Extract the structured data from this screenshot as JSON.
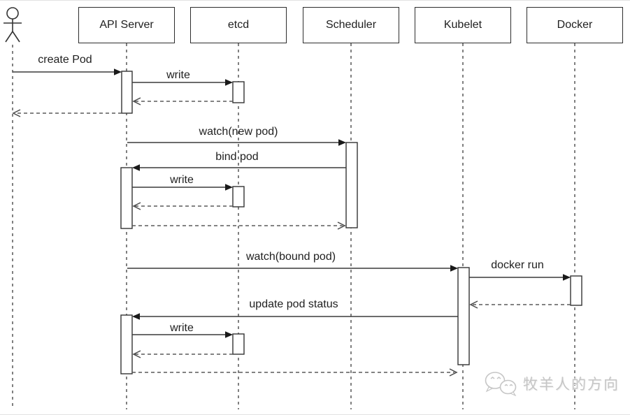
{
  "diagram": {
    "type": "uml-sequence",
    "title_hint": "Kubernetes pod creation flow",
    "colors": {
      "background": "#ffffff",
      "line": "#3a3a3a",
      "dashed_line": "#5a5a5a",
      "box_border": "#2d2d2d",
      "box_fill": "#ffffff",
      "text": "#1f1f1f",
      "watermark": "#c6c6c6"
    },
    "actor": {
      "label": "",
      "icon": "stick-figure-actor"
    },
    "participants": [
      {
        "label": "API Server"
      },
      {
        "label": "etcd"
      },
      {
        "label": "Scheduler"
      },
      {
        "label": "Kubelet"
      },
      {
        "label": "Docker"
      }
    ],
    "messages": [
      {
        "label": "create Pod",
        "from": "Actor",
        "to": "API Server",
        "style": "solid"
      },
      {
        "label": "write",
        "from": "API Server",
        "to": "etcd",
        "style": "solid"
      },
      {
        "label": "",
        "from": "etcd",
        "to": "API Server",
        "style": "dashed-return"
      },
      {
        "label": "",
        "from": "API Server",
        "to": "Actor",
        "style": "dashed-return"
      },
      {
        "label": "watch(new pod)",
        "from": "API Server",
        "to": "Scheduler",
        "style": "solid"
      },
      {
        "label": "bind pod",
        "from": "Scheduler",
        "to": "API Server",
        "style": "solid"
      },
      {
        "label": "write",
        "from": "API Server",
        "to": "etcd",
        "style": "solid"
      },
      {
        "label": "",
        "from": "etcd",
        "to": "API Server",
        "style": "dashed-return"
      },
      {
        "label": "",
        "from": "API Server",
        "to": "Scheduler",
        "style": "dashed-return"
      },
      {
        "label": "watch(bound pod)",
        "from": "API Server",
        "to": "Kubelet",
        "style": "solid"
      },
      {
        "label": "docker run",
        "from": "Kubelet",
        "to": "Docker",
        "style": "solid"
      },
      {
        "label": "",
        "from": "Docker",
        "to": "Kubelet",
        "style": "dashed-return"
      },
      {
        "label": "update pod status",
        "from": "Kubelet",
        "to": "API Server",
        "style": "solid"
      },
      {
        "label": "write",
        "from": "API Server",
        "to": "etcd",
        "style": "solid"
      },
      {
        "label": "",
        "from": "etcd",
        "to": "API Server",
        "style": "dashed-return"
      },
      {
        "label": "",
        "from": "API Server",
        "to": "Kubelet",
        "style": "dashed-return"
      }
    ],
    "watermark": {
      "icon": "wechat-bubbles-icon",
      "text": "牧羊人的方向"
    }
  }
}
